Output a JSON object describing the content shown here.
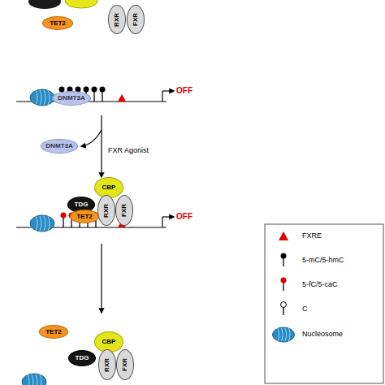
{
  "diagram": {
    "nodes": [
      {
        "text": [
          "TET2"
        ]
      },
      {
        "text": [
          "RXR"
        ]
      },
      {
        "text": [
          "FXR"
        ]
      },
      {
        "text": [
          "DNMT3A"
        ]
      },
      {
        "text": [
          "DNMT3A"
        ]
      },
      {
        "text": [
          "CBP"
        ]
      },
      {
        "text": [
          "TDG"
        ]
      },
      {
        "text": [
          "TET2"
        ]
      },
      {
        "text": [
          "RXR"
        ]
      },
      {
        "text": [
          "FXR"
        ]
      },
      {
        "text": [
          "TET2"
        ]
      },
      {
        "text": [
          "CBP"
        ]
      },
      {
        "text": [
          "TDG"
        ]
      },
      {
        "text": [
          "RXR"
        ]
      },
      {
        "text": [
          "FXR"
        ]
      }
    ],
    "labels": [
      "OFF",
      "FXR Agonist",
      "OFF"
    ],
    "legend": [
      {
        "text": "FXRE"
      },
      {
        "text": "5-mC/5-hmC"
      },
      {
        "text": "5-fC/5-caC"
      },
      {
        "text": "C"
      },
      {
        "text": "Nucleosome"
      }
    ]
  }
}
